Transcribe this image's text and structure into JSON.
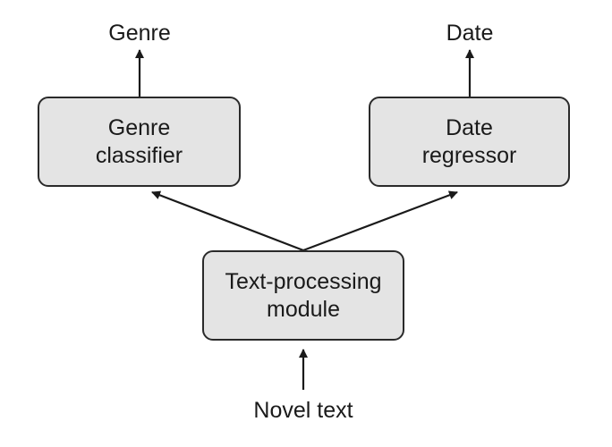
{
  "diagram": {
    "outputs": {
      "genre": "Genre",
      "date": "Date"
    },
    "nodes": {
      "genre_classifier": [
        "Genre",
        "classifier"
      ],
      "date_regressor": [
        "Date",
        "regressor"
      ],
      "text_processing": [
        "Text-processing",
        "module"
      ]
    },
    "input": "Novel text"
  },
  "colors": {
    "node_fill": "#e4e4e4",
    "stroke": "#2a2a2a",
    "text": "#1a1a1a"
  }
}
